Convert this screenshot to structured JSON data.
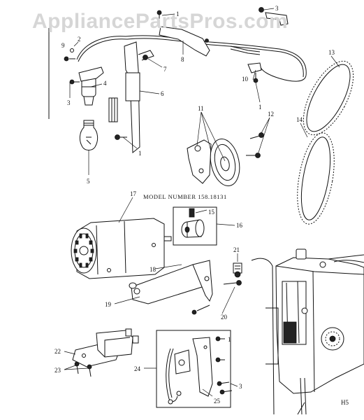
{
  "watermark": "AppliancePartsPros.com",
  "model_label": "MODEL NUMBER 158.18131",
  "page_code": "H5",
  "callouts": {
    "c1a": "1",
    "c1b": "1",
    "c1c": "1",
    "c1d": "1",
    "c2": "2",
    "c3a": "3",
    "c3b": "3",
    "c3c": "3",
    "c4": "4",
    "c5": "5",
    "c6": "6",
    "c7": "7",
    "c8": "8",
    "c9": "9",
    "c10": "10",
    "c11": "11",
    "c12": "12",
    "c13": "13",
    "c14": "14",
    "c15": "15",
    "c16": "16",
    "c17": "17",
    "c18": "18",
    "c19": "19",
    "c20": "20",
    "c21": "21",
    "c22": "22",
    "c23": "23",
    "c24": "24",
    "c25": "25"
  }
}
